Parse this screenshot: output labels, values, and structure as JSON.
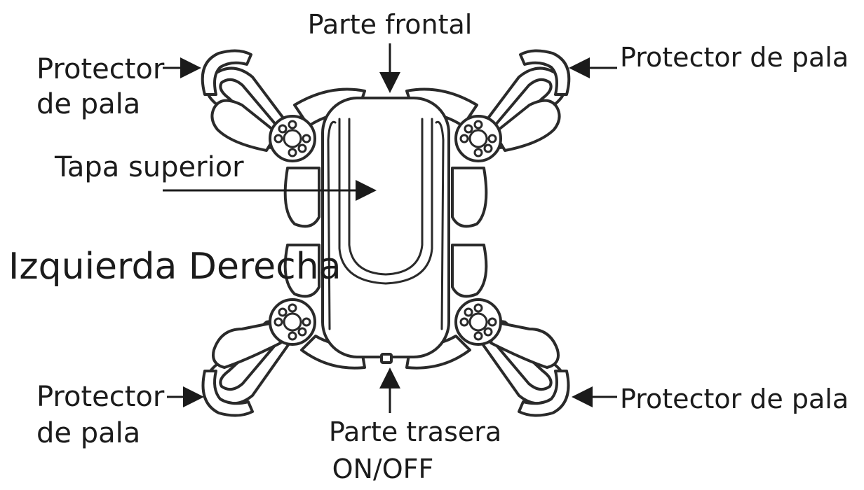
{
  "labels": {
    "front": "Parte frontal",
    "top_left_guard_line1": "Protector",
    "top_left_guard_line2": "de pala",
    "top_right_guard": "Protector de pala",
    "top_cover": "Tapa superior",
    "left_right": "Izquierda Derecha",
    "bottom_left_guard_line1": "Protector",
    "bottom_left_guard_line2": "de pala",
    "bottom_right_guard": "Protector de pala",
    "rear_line1": "Parte trasera",
    "rear_line2": "ON/OFF"
  },
  "colors": {
    "ink": "#1b1b1b",
    "outline": "#2a2a2a",
    "background": "#ffffff"
  }
}
